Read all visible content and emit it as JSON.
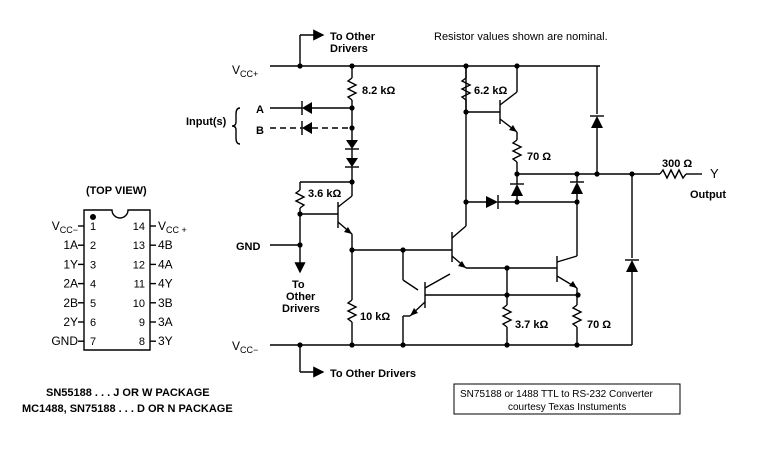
{
  "note": "Resistor values shown are nominal.",
  "rails": {
    "vcc_plus": {
      "base": "V",
      "sub": "CC+"
    },
    "vcc_minus": {
      "base": "V",
      "sub": "CC−"
    }
  },
  "labels": {
    "to_other_drivers_top_1": "To Other",
    "to_other_drivers_top_2": "Drivers",
    "to_other_drivers_mid_1": "To",
    "to_other_drivers_mid_2": "Other",
    "to_other_drivers_mid_3": "Drivers",
    "to_other_drivers_bottom": "To Other Drivers",
    "inputs": "Input(s)",
    "input_a": "A",
    "input_b": "B",
    "gnd": "GND",
    "output_y": "Y",
    "output": "Output"
  },
  "resistors": {
    "r1": "8.2 kΩ",
    "r2": "6.2 kΩ",
    "r3": "70 Ω",
    "r4": "300 Ω",
    "r5": "3.6 kΩ",
    "r6": "10 kΩ",
    "r7": "3.7 kΩ",
    "r8": "70 Ω"
  },
  "package": {
    "title": "(TOP VIEW)",
    "left_pins": [
      {
        "name": "V",
        "sub": "CC−",
        "num": "1"
      },
      {
        "name": "1A",
        "num": "2"
      },
      {
        "name": "1Y",
        "num": "3"
      },
      {
        "name": "2A",
        "num": "4"
      },
      {
        "name": "2B",
        "num": "5"
      },
      {
        "name": "2Y",
        "num": "6"
      },
      {
        "name": "GND",
        "num": "7"
      }
    ],
    "right_pins": [
      {
        "name": "V",
        "sub": "CC +",
        "num": "14"
      },
      {
        "name": "4B",
        "num": "13"
      },
      {
        "name": "4A",
        "num": "12"
      },
      {
        "name": "4Y",
        "num": "11"
      },
      {
        "name": "3B",
        "num": "10"
      },
      {
        "name": "3A",
        "num": "9"
      },
      {
        "name": "3Y",
        "num": "8"
      }
    ],
    "line1": "SN55188 . . . J OR W PACKAGE",
    "line2": "MC1488, SN75188 . . . D OR N PACKAGE"
  },
  "caption": {
    "line1": "SN75188 or 1488   TTL to RS-232  Converter",
    "line2": "courtesy Texas Instuments"
  }
}
